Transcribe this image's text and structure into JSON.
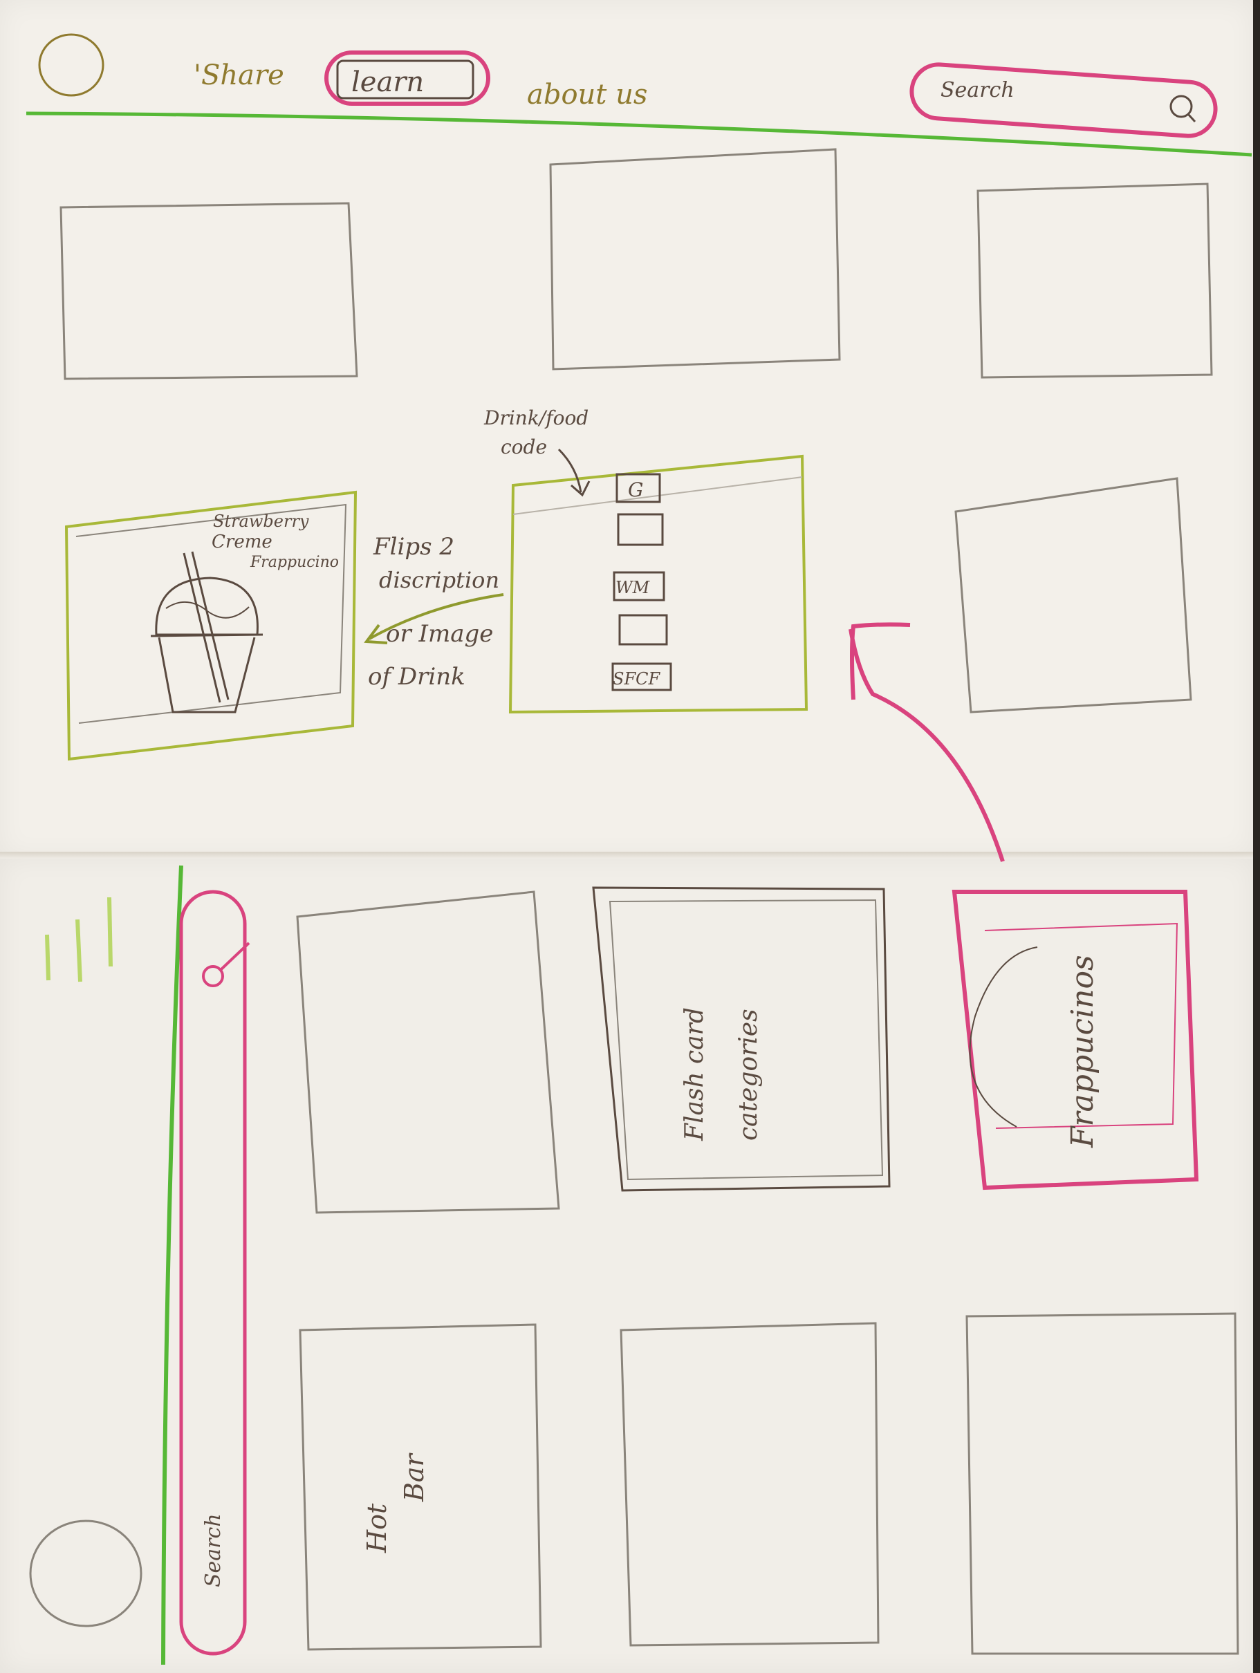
{
  "colors": {
    "pencil": "#8a847b",
    "ink": "#5a4a40",
    "magenta": "#d9437e",
    "green": "#56b836",
    "yellow_green": "#a8b838",
    "olive": "#8f7a2e"
  },
  "top_nav": {
    "logo": "logo-circle",
    "share": "'Share",
    "learn": "learn",
    "about": "about us",
    "search_label": "Search",
    "search_icon": "search-icon"
  },
  "card_front": {
    "title_lines": [
      "Strawberry",
      "Creme",
      "Frappucino"
    ]
  },
  "card_back": {
    "annotation_lines": [
      "Drink/food",
      "code"
    ],
    "code_boxes": [
      "G",
      "",
      "WM",
      "",
      "SFCF"
    ]
  },
  "flip_note": {
    "lines": [
      "Flips 2",
      "discription",
      "or Image",
      "of Drink"
    ]
  },
  "category_tiles": {
    "flash": [
      "Flash card",
      "categories"
    ],
    "frappuccinos": "Frappucinos",
    "hot_bar": [
      "Hot",
      "Bar"
    ]
  },
  "side_nav": {
    "search_label": "Search",
    "logo": "logo-circle",
    "menu_icon": "hamburger-icon"
  }
}
